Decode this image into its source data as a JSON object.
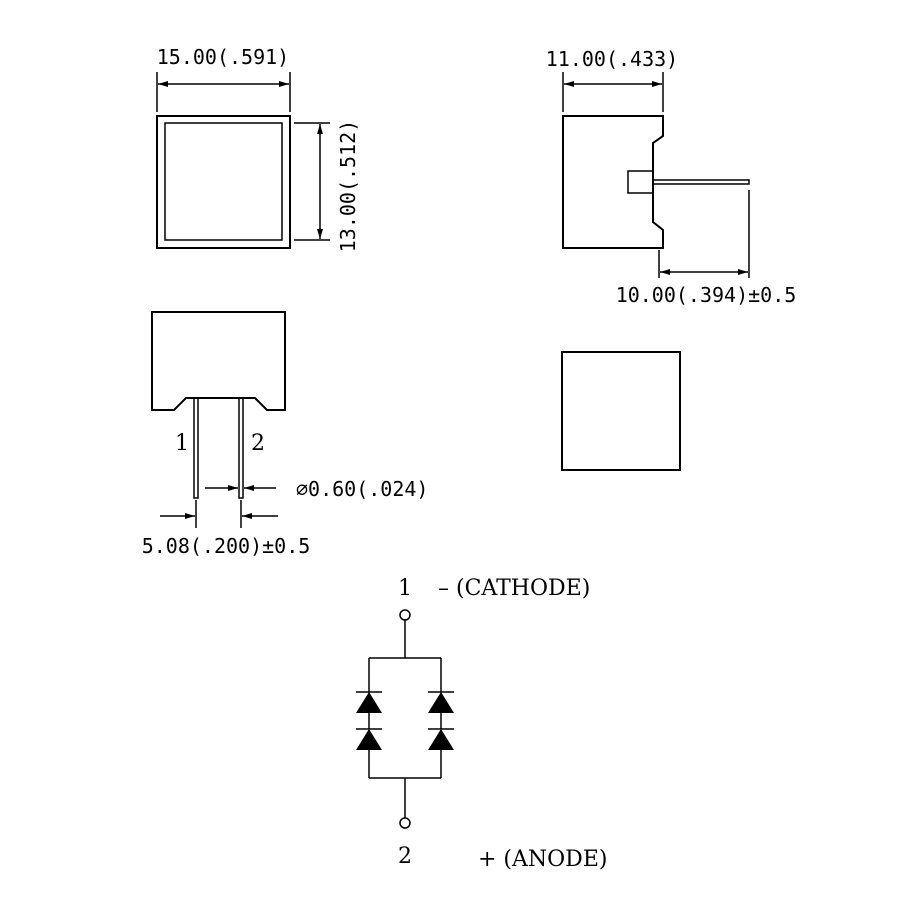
{
  "dimensions": {
    "top_width": "15.00(.591)",
    "top_height": "13.00(.512)",
    "side_width": "11.00(.433)",
    "lead_length": "10.00(.394)±0.5",
    "lead_diameter": "⌀0.60(.024)",
    "lead_spacing": "5.08(.200)±0.5"
  },
  "pins": {
    "pin1": "1",
    "pin2": "2"
  },
  "schematic": {
    "top_pin_number": "1",
    "top_pin_label": "–  (CATHODE)",
    "bottom_pin_number": "2",
    "bottom_pin_label": "+  (ANODE)"
  }
}
